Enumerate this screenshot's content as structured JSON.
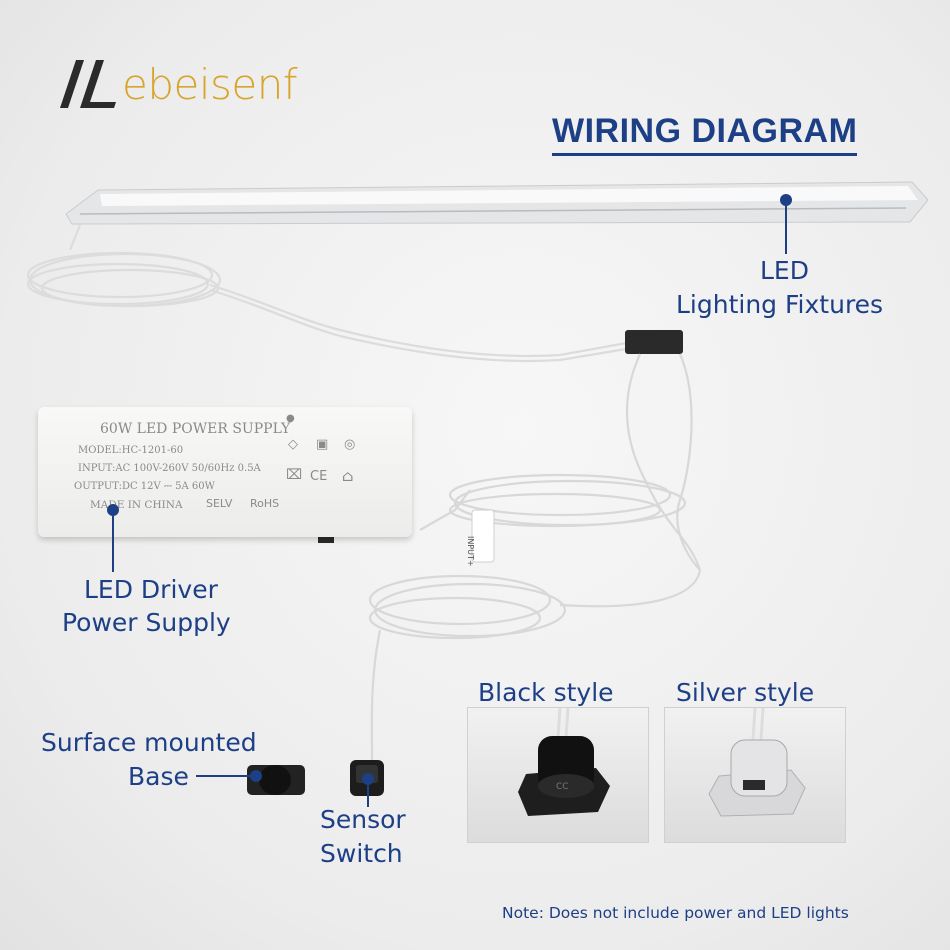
{
  "brand": {
    "name": "ebeisenf"
  },
  "title": "WIRING DIAGRAM",
  "labels": {
    "led_fixture_line1": "LED",
    "led_fixture_line2": "Lighting Fixtures",
    "driver_line1": "LED Driver",
    "driver_line2": "Power Supply",
    "base_line1": "Surface mounted",
    "base_line2": "Base",
    "sensor_line1": "Sensor",
    "sensor_line2": "Switch",
    "black_style": "Black style",
    "silver_style": "Silver style"
  },
  "power_supply": {
    "title": "60W LED POWER SUPPLY",
    "model": "MODEL:HC-1201-60",
    "input": "INPUT:AC 100V-260V 50/60Hz 0.5A",
    "output": "OUTPUT:DC 12V ⎓ 5A 60W",
    "origin": "MADE IN CHINA",
    "selv": "SELV",
    "rohs": "RoHS",
    "ce": "CE"
  },
  "connector_tag": "INPUT+",
  "sensor_label": "CC",
  "note": "Note: Does not include power and LED lights",
  "colors": {
    "accent": "#1d3f86",
    "brand": "#d8a52c"
  }
}
